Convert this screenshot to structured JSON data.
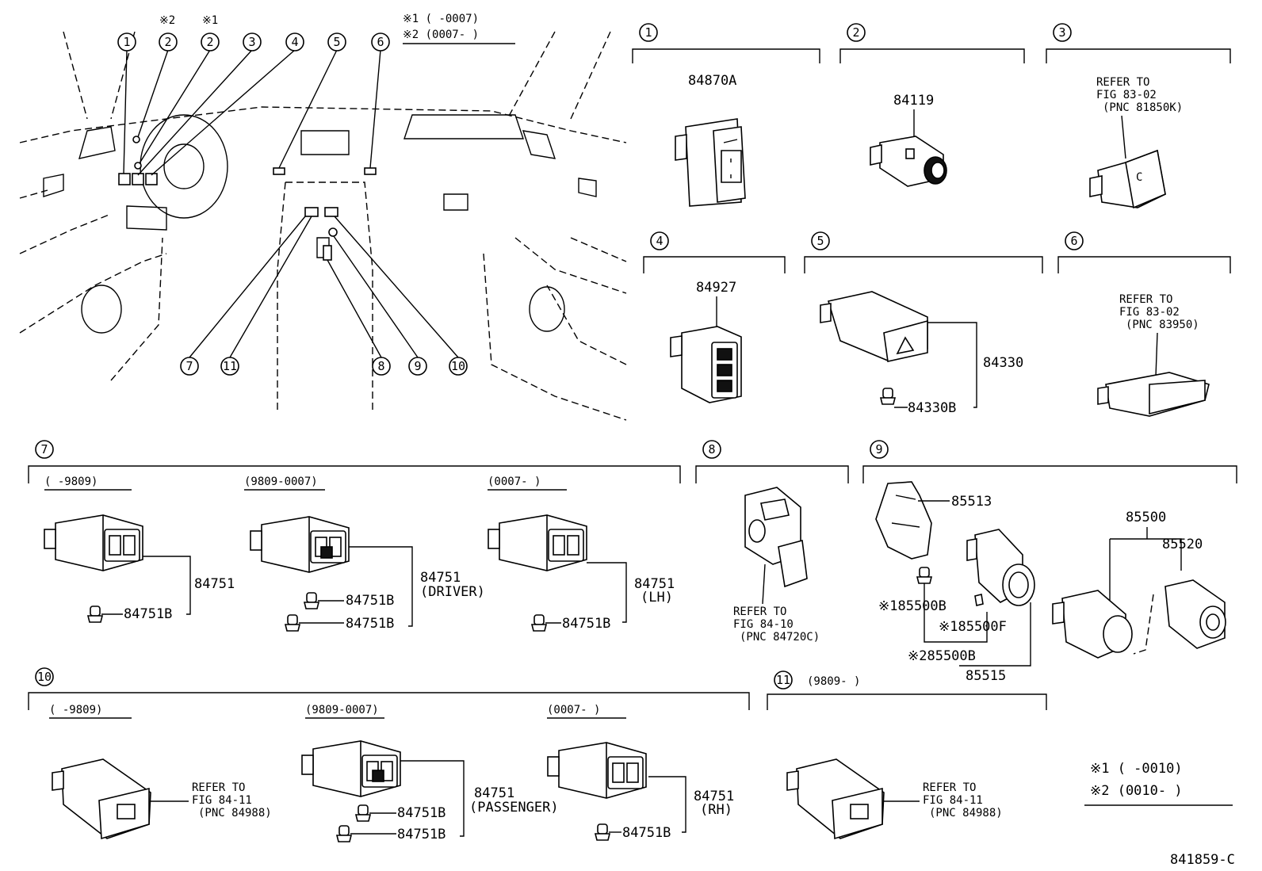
{
  "notes": {
    "top_star1": "※1 (      -0007)",
    "top_star2": "※2 (0007-      )",
    "bottom_star1": "※1  (      -0010)",
    "bottom_star2": "※2  (0010-      )",
    "marker_star2": "※2",
    "marker_star1": "※1"
  },
  "callouts": [
    "1",
    "2",
    "3",
    "4",
    "5",
    "6",
    "7",
    "8",
    "9",
    "10",
    "11"
  ],
  "sections": {
    "s1": {
      "no": "1",
      "part": "84870A"
    },
    "s2": {
      "no": "2",
      "part": "84119"
    },
    "s3": {
      "no": "3",
      "refer1": "REFER TO",
      "refer2": "FIG 83-02",
      "refer3": "(PNC 81850K)"
    },
    "s4": {
      "no": "4",
      "part": "84927"
    },
    "s5": {
      "no": "5",
      "part_a": "84330",
      "part_b": "84330B"
    },
    "s6": {
      "no": "6",
      "refer1": "REFER TO",
      "refer2": "FIG 83-02",
      "refer3": "(PNC 83950)"
    },
    "s7": {
      "no": "7",
      "r1": "(     -9809)",
      "r2": "(9809-0007)",
      "r3": "(0007-      )",
      "a_part": "84751",
      "a_clip": "84751B",
      "b_part": "84751",
      "b_note": "(DRIVER)",
      "b_clip1": "84751B",
      "b_clip2": "84751B",
      "c_part": "84751",
      "c_note": "(LH)",
      "c_clip": "84751B"
    },
    "s8": {
      "no": "8",
      "refer1": "REFER TO",
      "refer2": "FIG 84-10",
      "refer3": "(PNC 84720C)"
    },
    "s9": {
      "no": "9",
      "p1": "85513",
      "p2": "85500",
      "p3": "85520",
      "p4": "※185500B",
      "p5": "※185500F",
      "p6": "※285500B",
      "p7": "85515"
    },
    "s10": {
      "no": "10",
      "r1": "(     -9809)",
      "r2": "(9809-0007)",
      "r3": "(0007-      )",
      "a_refer1": "REFER TO",
      "a_refer2": "FIG 84-11",
      "a_refer3": "(PNC 84988)",
      "b_part": "84751",
      "b_note": "(PASSENGER)",
      "b_clip1": "84751B",
      "b_clip2": "84751B",
      "c_part": "84751",
      "c_note": "(RH)",
      "c_clip": "84751B"
    },
    "s11": {
      "no": "11",
      "range": "(9809-      )",
      "refer1": "REFER TO",
      "refer2": "FIG 84-11",
      "refer3": "(PNC 84988)"
    }
  },
  "figure_code": "841859-C"
}
